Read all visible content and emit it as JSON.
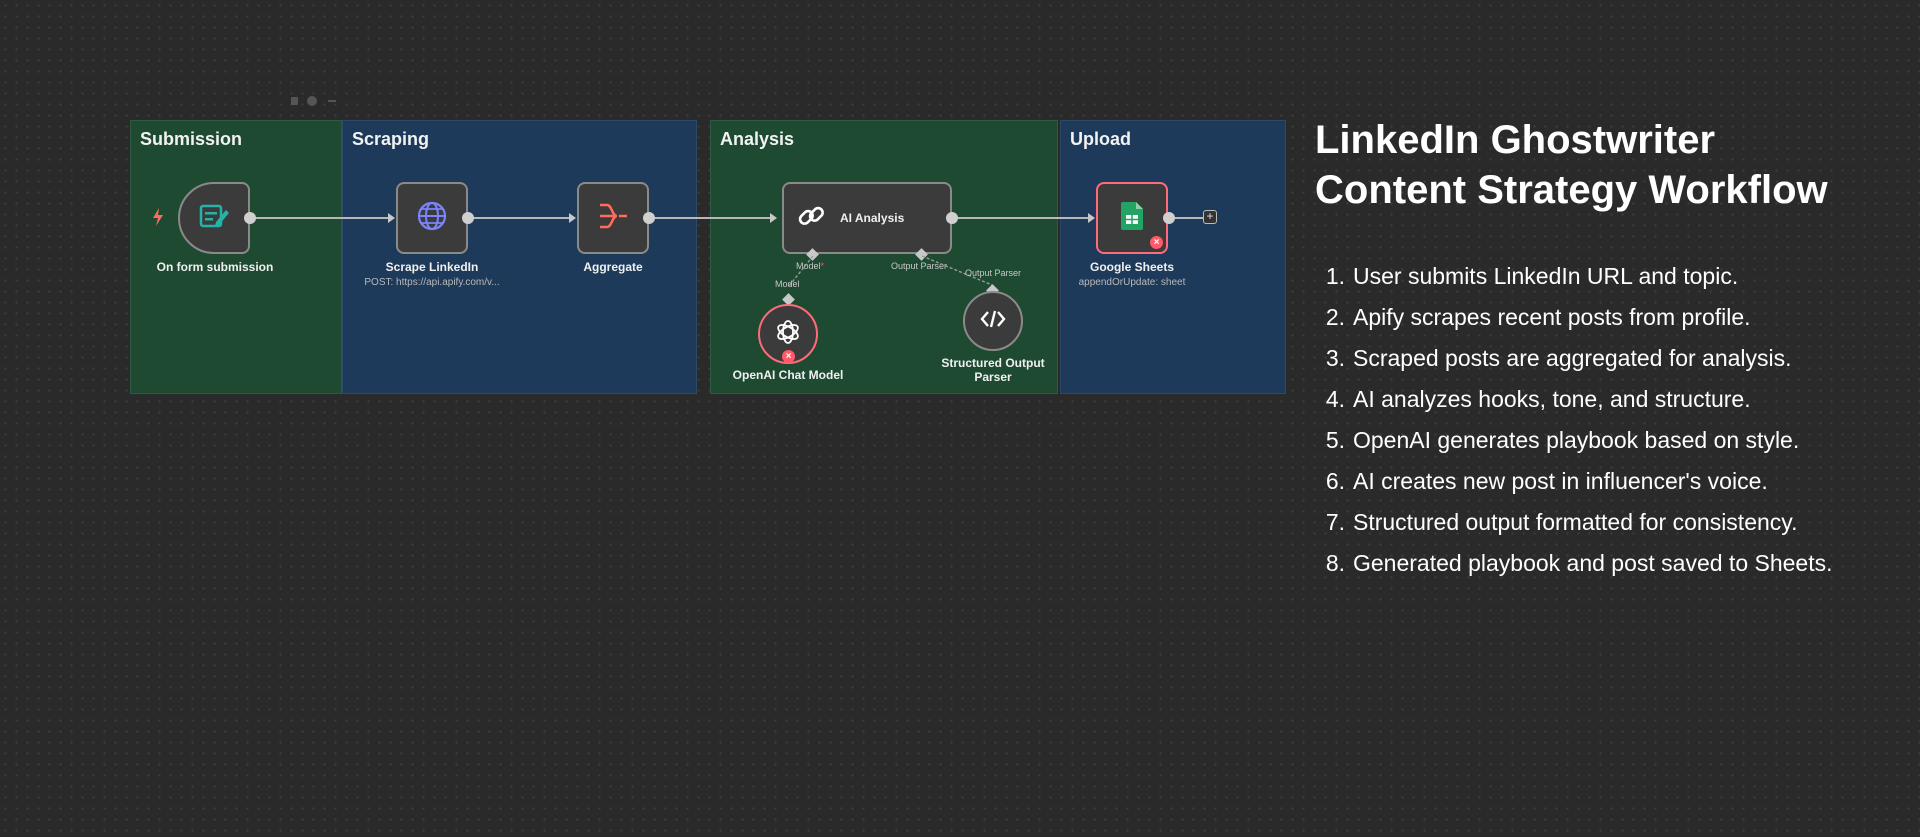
{
  "toolbar_dots": [
    "trash-icon",
    "settings-icon",
    "minus-icon"
  ],
  "groups": [
    {
      "label": "Submission",
      "color": "#1f4a32"
    },
    {
      "label": "Scraping",
      "color": "#1d3a5a"
    },
    {
      "label": "Analysis",
      "color": "#1f4a32"
    },
    {
      "label": "Upload",
      "color": "#1d3a5a"
    }
  ],
  "nodes": {
    "form": {
      "label": "On form submission",
      "icon": "form-icon",
      "trigger_icon": "lightning-icon"
    },
    "scrape": {
      "label": "Scrape LinkedIn",
      "sub": "POST: https://api.apify.com/v...",
      "icon": "globe-icon"
    },
    "aggregate": {
      "label": "Aggregate",
      "icon": "aggregate-icon"
    },
    "ai": {
      "label": "AI Analysis",
      "icon": "chain-link-icon"
    },
    "sheets": {
      "label": "Google Sheets",
      "sub": "appendOrUpdate: sheet",
      "icon": "google-sheets-icon"
    },
    "openai": {
      "label": "OpenAI Chat Model",
      "icon": "openai-icon"
    },
    "parser": {
      "label": "Structured Output Parser",
      "icon": "code-icon"
    }
  },
  "connectors": {
    "model_top": "Model",
    "model_required": "*",
    "model_bottom": "Model",
    "parser_top": "Output Parser",
    "parser_bottom": "Output Parser",
    "add": "+"
  },
  "title_lines": [
    "LinkedIn Ghostwriter",
    "Content Strategy Workflow"
  ],
  "steps": [
    {
      "n": "1.",
      "text": "User submits LinkedIn URL and topic."
    },
    {
      "n": "2.",
      "text": "Apify scrapes recent posts from profile."
    },
    {
      "n": "3.",
      "text": "Scraped posts are aggregated for analysis."
    },
    {
      "n": "4.",
      "text": "AI analyzes hooks, tone, and structure."
    },
    {
      "n": "5.",
      "text": "OpenAI generates playbook based on style."
    },
    {
      "n": "6.",
      "text": "AI creates new post in influencer's voice."
    },
    {
      "n": "7.",
      "text": "Structured output formatted for consistency."
    },
    {
      "n": "8.",
      "text": "Generated playbook and post saved to Sheets."
    }
  ],
  "colors": {
    "accent_error": "#ff5a6a",
    "trigger": "#ff6d5a",
    "form_icon": "#24b3a8",
    "globe": "#7b84ff",
    "aggregate": "#ff6d5a",
    "sheets": "#21a464"
  }
}
